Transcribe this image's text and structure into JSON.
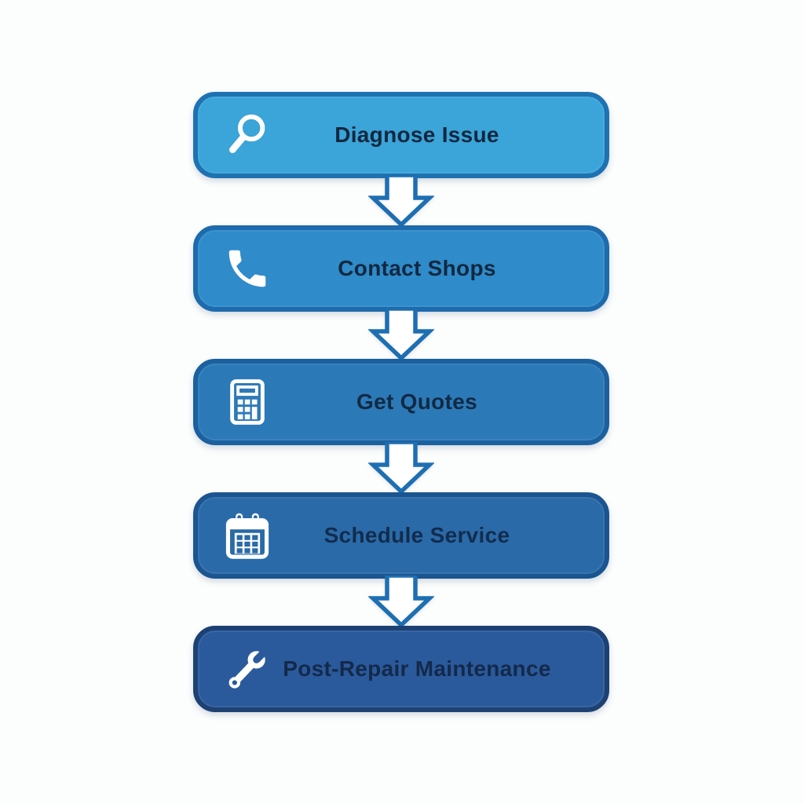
{
  "diagram": {
    "type": "flowchart",
    "direction": "top-down",
    "background": "#FCFDFD",
    "arrow_color": "#1E6FB2",
    "arrow_fill": "#FFFFFF",
    "steps": [
      {
        "label": "Diagnose Issue",
        "icon": "magnifier-icon",
        "fill": "#3BA4D9",
        "border": "#1E72B1",
        "text_color": "#12283F"
      },
      {
        "label": "Contact Shops",
        "icon": "phone-icon",
        "fill": "#2F8BCA",
        "border": "#1D6BAC",
        "text_color": "#12283F"
      },
      {
        "label": "Get Quotes",
        "icon": "calculator-icon",
        "fill": "#2C79B7",
        "border": "#1C619F",
        "text_color": "#112A45"
      },
      {
        "label": "Schedule Service",
        "icon": "calendar-icon",
        "fill": "#2A6AA8",
        "border": "#1B5591",
        "text_color": "#122C4E"
      },
      {
        "label": "Post-Repair Maintenance",
        "icon": "wrench-icon",
        "fill": "#2A5A9C",
        "border": "#1D4172",
        "text_color": "#14294A"
      }
    ]
  }
}
